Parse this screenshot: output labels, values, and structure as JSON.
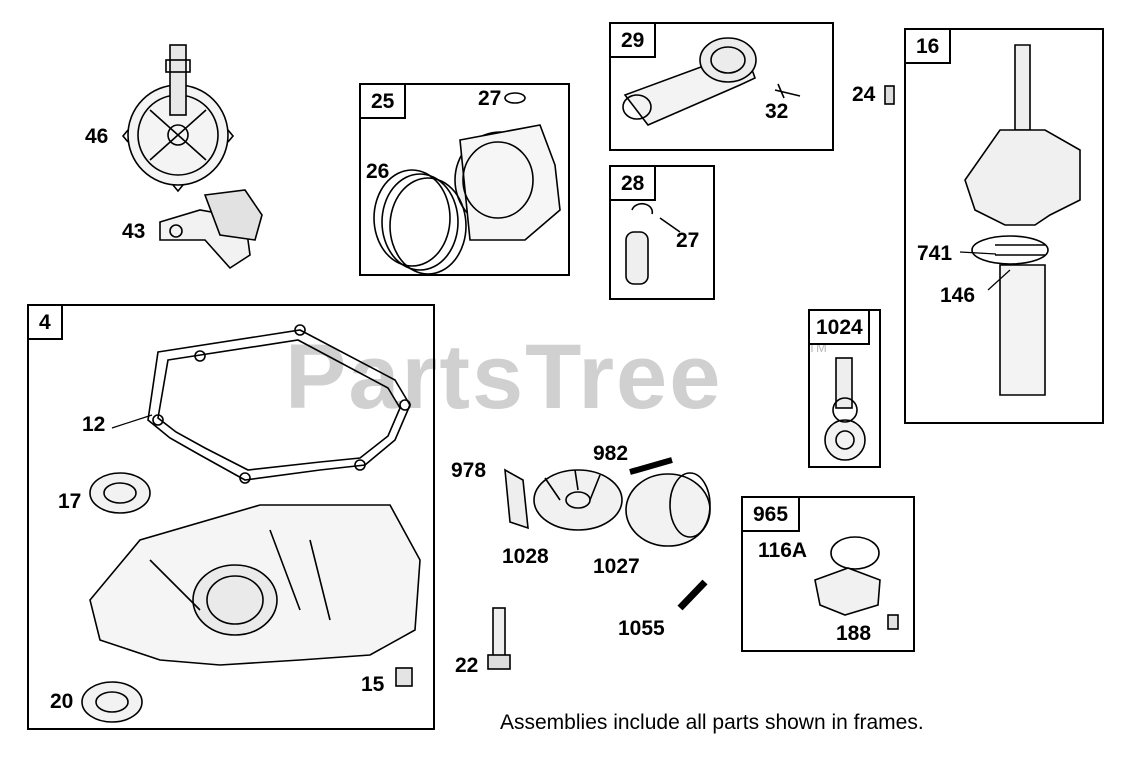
{
  "watermark": "PartsTree",
  "watermark_mark": "TM",
  "note": "Assemblies include all parts shown in frames.",
  "frames": {
    "f25": "25",
    "f29": "29",
    "f28": "28",
    "f16": "16",
    "f1024": "1024",
    "f4": "4",
    "f965": "965"
  },
  "callouts": {
    "c46": "46",
    "c43": "43",
    "c27a": "27",
    "c26": "26",
    "c32": "32",
    "c24": "24",
    "c27b": "27",
    "c741": "741",
    "c146": "146",
    "c12": "12",
    "c17": "17",
    "c20": "20",
    "c15": "15",
    "c978": "978",
    "c982": "982",
    "c1028": "1028",
    "c1027": "1027",
    "c1055": "1055",
    "c22": "22",
    "c116a": "116A",
    "c188": "188"
  }
}
